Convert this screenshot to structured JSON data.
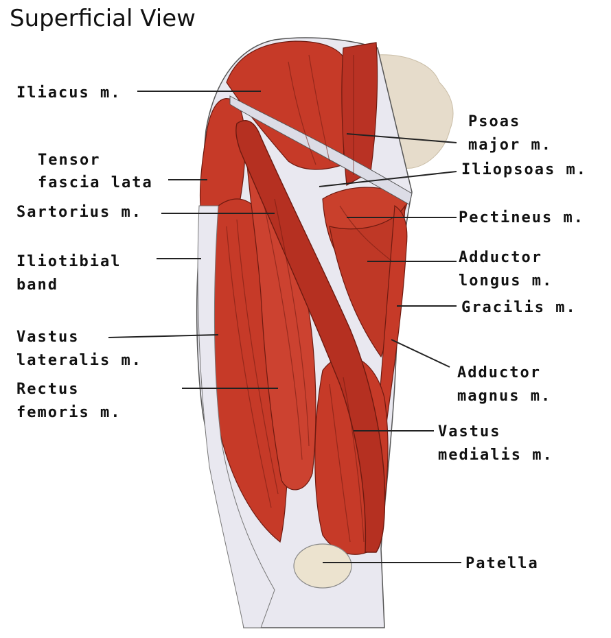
{
  "title": "Superficial View",
  "labels": {
    "iliacus": [
      "Iliacus m."
    ],
    "psoas_major": [
      "Psoas",
      "major m."
    ],
    "tensor_fascia_lata": [
      "Tensor",
      "fascia lata"
    ],
    "iliopsoas": [
      "Iliopsoas m."
    ],
    "sartorius": [
      "Sartorius m."
    ],
    "pectineus": [
      "Pectineus m."
    ],
    "iliotibial_band": [
      "Iliotibial",
      "band"
    ],
    "adductor_longus": [
      "Adductor",
      "longus m."
    ],
    "gracilis": [
      "Gracilis m."
    ],
    "vastus_lateralis": [
      "Vastus",
      "lateralis m."
    ],
    "adductor_magnus": [
      "Adductor",
      "magnus m."
    ],
    "rectus_femoris": [
      "Rectus",
      "femoris m."
    ],
    "vastus_medialis": [
      "Vastus",
      "medialis m."
    ],
    "patella": [
      "Patella"
    ]
  },
  "colors": {
    "muscle": "#c63a28",
    "muscle_dark": "#8e2016",
    "tendon": "#dcdce6",
    "bone": "#e6dccb",
    "background": "#ffffff"
  }
}
